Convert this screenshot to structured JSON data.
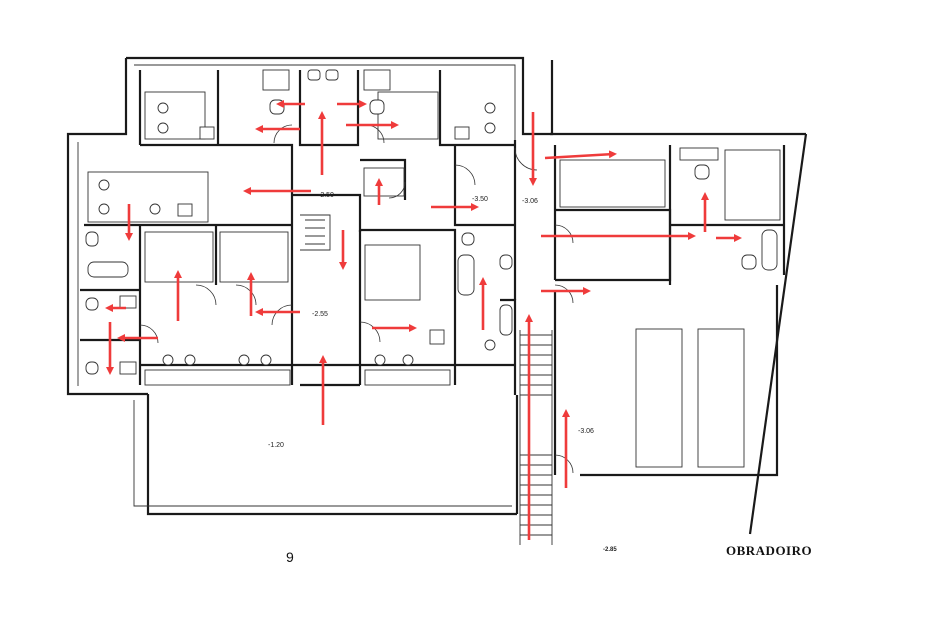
{
  "plan": {
    "level_labels": {
      "upper_hall": "-2.50",
      "right_hall": "-3.50",
      "corridor": "-3.06",
      "lower_hall": "-2.55",
      "terrace": "-1.20",
      "yard": "-3.06"
    },
    "arrow_color": "#ef3b3b"
  },
  "footer": {
    "page_number": "9",
    "small_mark": "-2.85",
    "caption": "OBRADOIRO"
  }
}
